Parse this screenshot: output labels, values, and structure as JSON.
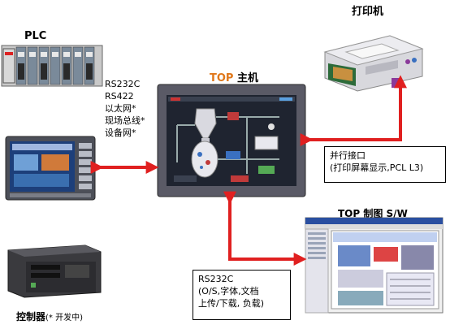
{
  "labels": {
    "plc": "PLC",
    "printer": "打印机",
    "top_main": "TOP 主机",
    "top_main_prefix": "TOP",
    "top_main_suffix": " 主机",
    "top_sw": "TOP 制图 S/W",
    "controller": "控制器",
    "controller_note": "(* 开发中)"
  },
  "comm_list": [
    "RS232C",
    "RS422",
    "以太网*",
    "现场总线*",
    "设备网*"
  ],
  "parallel_box": [
    "并行接口",
    "(打印屏幕显示,PCL L3)"
  ],
  "rs232_box": [
    "RS232C",
    "(O/S,字体,文档",
    "上传/下载, 负载)"
  ],
  "colors": {
    "arrow": "#e02020",
    "top_main_prefix": "#e0781a",
    "panel_frame": "#5a5a66"
  }
}
